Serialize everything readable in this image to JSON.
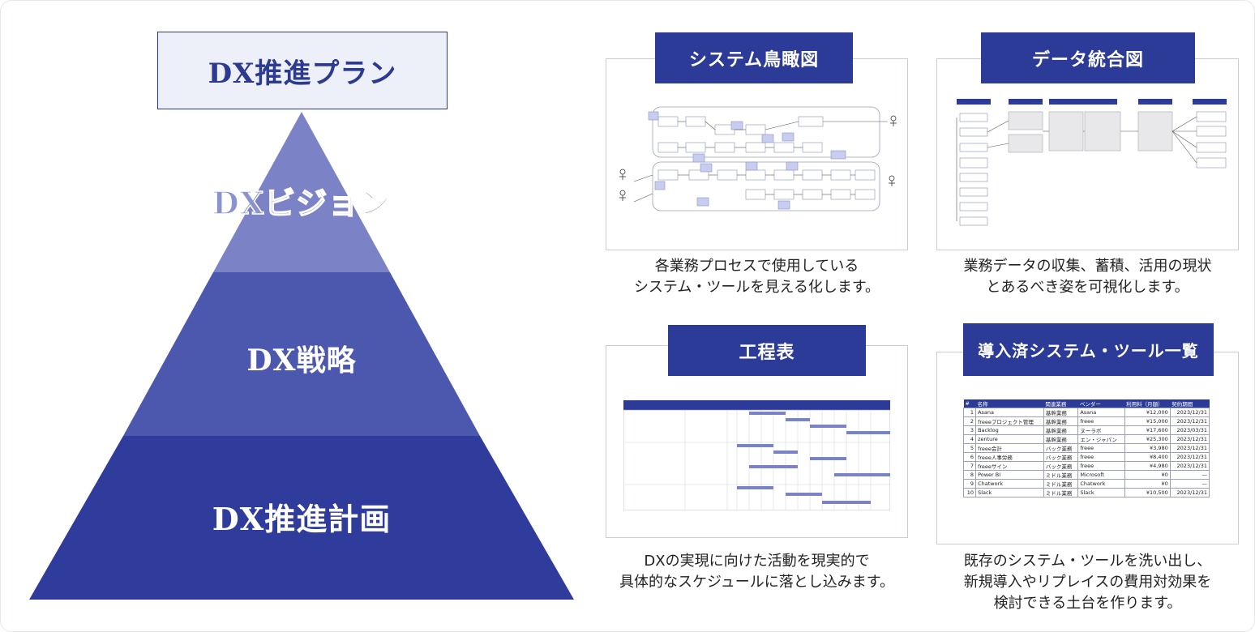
{
  "plan_title": "DX推進プラン",
  "pyramid": {
    "levels": [
      {
        "label": "DXビジョン",
        "color": "#7b83c6"
      },
      {
        "label": "DX戦略",
        "color": "#4c58ad"
      },
      {
        "label": "DX推進計画",
        "color": "#2f3c9c"
      }
    ]
  },
  "cards": {
    "system_overview": {
      "title": "システム鳥瞰図",
      "desc_line1": "各業務プロセスで使用している",
      "desc_line2": "システム・ツールを見える化します。"
    },
    "data_integration": {
      "title": "データ統合図",
      "desc_line1": "業務データの収集、蓄積、活用の現状",
      "desc_line2": "とあるべき姿を可視化します。"
    },
    "schedule": {
      "title": "工程表",
      "desc_line1": "DXの実現に向けた活動を現実的で",
      "desc_line2": "具体的なスケジュールに落とし込みます。"
    },
    "tool_list": {
      "title": "導入済システム・ツール一覧",
      "desc_line1": "既存のシステム・ツールを洗い出し、",
      "desc_line2": "新規導入やリプレイスの費用対効果を",
      "desc_line3": "検討できる土台を作ります。",
      "table": {
        "headers": [
          "#",
          "名称",
          "関連業務",
          "ベンダー",
          "利用料（月額）",
          "契約期間"
        ],
        "rows": [
          [
            "1",
            "Asana",
            "基幹業務",
            "Asana",
            "¥12,000",
            "2023/12/31"
          ],
          [
            "2",
            "freeeプロジェクト管理",
            "基幹業務",
            "freee",
            "¥15,000",
            "2023/12/31"
          ],
          [
            "3",
            "Backlog",
            "基幹業務",
            "ヌーラボ",
            "¥17,600",
            "2023/03/31"
          ],
          [
            "4",
            "zenture",
            "基幹業務",
            "エン・ジャパン",
            "¥25,300",
            "2023/12/31"
          ],
          [
            "5",
            "freee会計",
            "バック業務",
            "freee",
            "¥3,980",
            "2023/12/31"
          ],
          [
            "6",
            "freee人事労務",
            "バック業務",
            "freee",
            "¥8,400",
            "2023/12/31"
          ],
          [
            "7",
            "freeeサイン",
            "バック業務",
            "freee",
            "¥4,980",
            "2023/12/31"
          ],
          [
            "8",
            "Power BI",
            "ミドル業務",
            "Microsoft",
            "¥0",
            "—"
          ],
          [
            "9",
            "Chatwork",
            "ミドル業務",
            "Chatwork",
            "¥0",
            "—"
          ],
          [
            "10",
            "Slack",
            "ミドル業務",
            "Slack",
            "¥10,500",
            "2023/12/31"
          ]
        ]
      }
    }
  }
}
